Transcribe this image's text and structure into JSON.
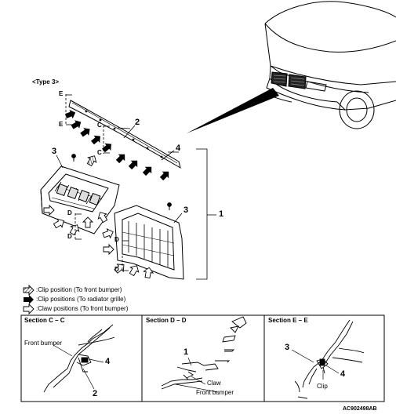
{
  "type_label": "<Type 3>",
  "part_numbers": {
    "p1": "1",
    "p2": "2",
    "p3_left": "3",
    "p3_right": "3",
    "p4": "4"
  },
  "section_marks": {
    "e_top": "E",
    "e_bottom": "E",
    "c_top": "C",
    "c_bottom": "C",
    "d_left_top": "D",
    "d_left_bottom": "D",
    "d_right_top": "D",
    "d_right_bottom": "D"
  },
  "legend": [
    {
      "icon": "hatched-arrow",
      "text": ":Clip position (To front bumper)"
    },
    {
      "icon": "filled-arrow",
      "text": ":Clip positions (To radiator grille)"
    },
    {
      "icon": "outline-arrow",
      "text": ":Claw positions (To front bumper)"
    }
  ],
  "sections": [
    {
      "title": "Section C – C",
      "labels": {
        "front_bumper": "Front bumper",
        "part_a": "4",
        "part_b": "2"
      }
    },
    {
      "title": "Section D – D",
      "labels": {
        "part": "1",
        "claw": "Claw",
        "front_bumper": "Front bumper"
      }
    },
    {
      "title": "Section E – E",
      "labels": {
        "part_a": "3",
        "part_b": "4",
        "clip": "Clip"
      }
    }
  ],
  "figure_code": "AC902498AB"
}
